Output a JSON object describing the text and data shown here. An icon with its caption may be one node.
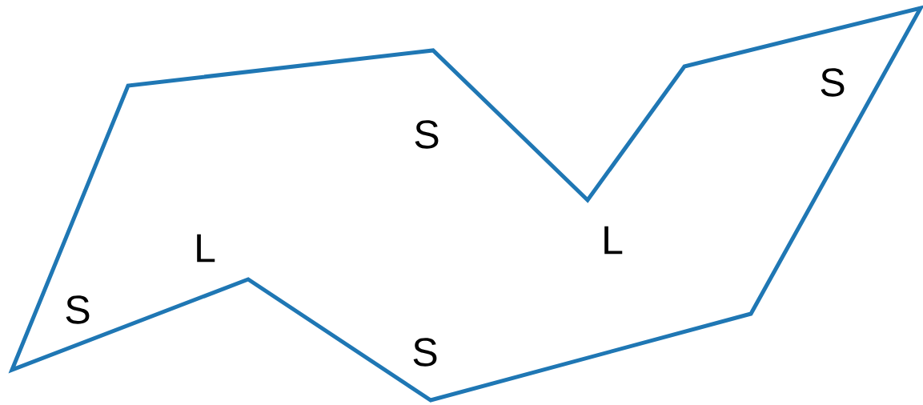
{
  "diagram": {
    "labels": [
      "S",
      "S",
      "L",
      "L",
      "S",
      "S"
    ]
  }
}
